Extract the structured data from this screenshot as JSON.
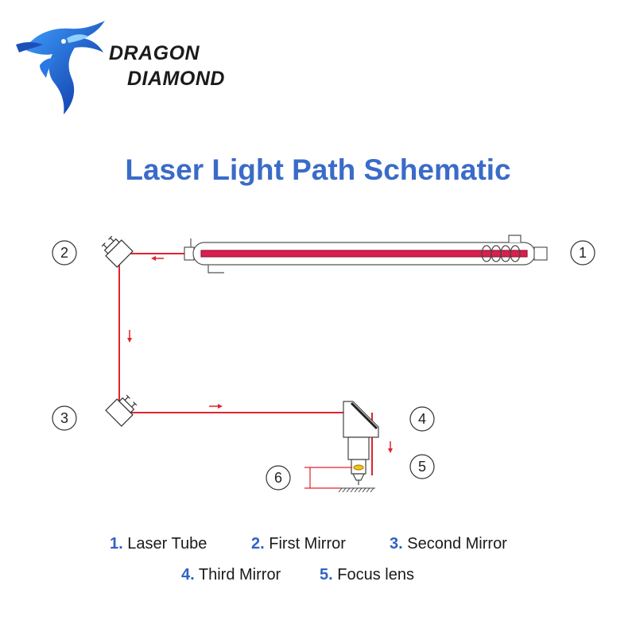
{
  "brand": {
    "line1": "DRAGON",
    "line2": "DIAMOND"
  },
  "title": "Laser Light Path Schematic",
  "badges": {
    "b1": "1",
    "b2": "2",
    "b3": "3",
    "b4": "4",
    "b5": "5",
    "b6": "6"
  },
  "legend": [
    {
      "num": "1.",
      "label": "Laser Tube"
    },
    {
      "num": "2.",
      "label": "First Mirror"
    },
    {
      "num": "3.",
      "label": "Second Mirror"
    },
    {
      "num": "4.",
      "label": "Third Mirror"
    },
    {
      "num": "5.",
      "label": "Focus lens"
    }
  ],
  "colors": {
    "beam": "#e0232c",
    "tube_core": "#d7204e",
    "accent_blue": "#3a6bc9",
    "legend_number": "#2f62c4",
    "logo_blue": "#1d4fb8"
  },
  "icons": {
    "logo": "dragon-head-icon",
    "mirror": "mirror-mount-icon",
    "lens": "focus-lens-icon"
  }
}
